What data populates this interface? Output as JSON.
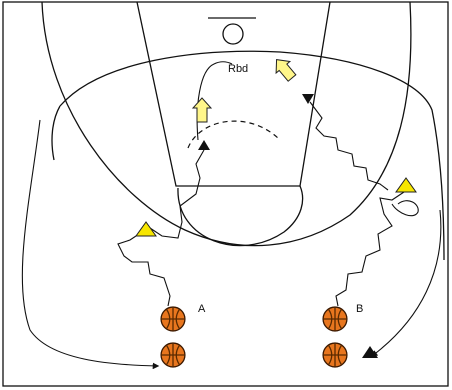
{
  "labels": {
    "rebound": "Rbd",
    "player_a": "A",
    "player_b": "B"
  },
  "icons": {
    "offense": "yellow-triangle-icon",
    "defense": "black-triangle-icon",
    "ball": "basketball-icon",
    "screen_arrow": "yellow-block-arrow-icon"
  },
  "colors": {
    "court_line": "#111111",
    "triangle_yellow": "#f7e600",
    "arrow_fill": "#fff68a",
    "ball_orange": "#e8761e",
    "ball_seam": "#5a2a00"
  }
}
